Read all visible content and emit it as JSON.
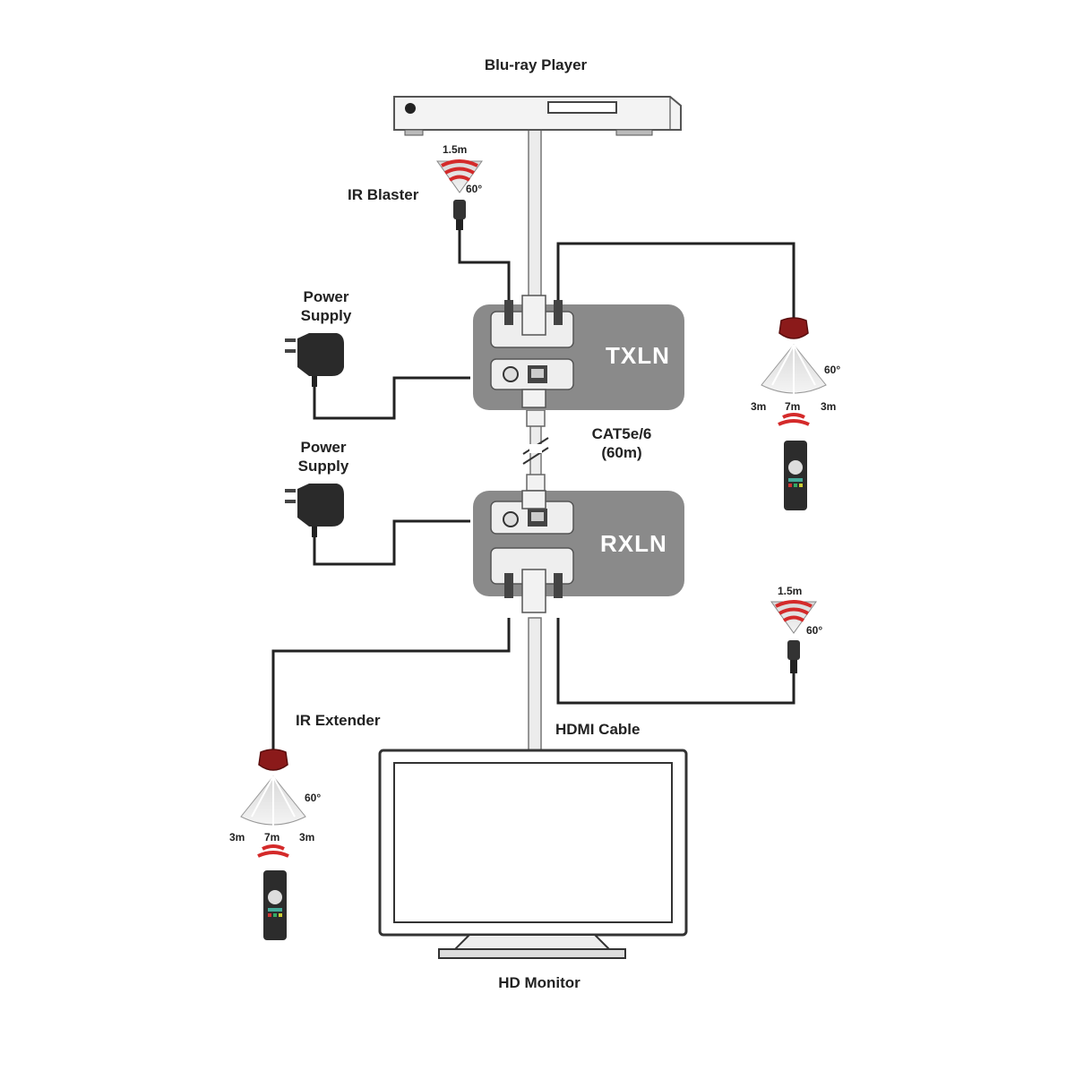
{
  "labels": {
    "source": "Blu-ray Player",
    "ir_blaster": "IR Blaster",
    "power_supply_top_line1": "Power",
    "power_supply_top_line2": "Supply",
    "power_supply_bottom_line1": "Power",
    "power_supply_bottom_line2": "Supply",
    "tx_unit": "TXLN",
    "rx_unit": "RXLN",
    "cable_line1": "CAT5e/6",
    "cable_line2": "(60m)",
    "ir_extender": "IR Extender",
    "hdmi_cable": "HDMI Cable",
    "display": "HD Monitor"
  },
  "ir_blaster_top": {
    "range": "1.5m",
    "angle": "60°"
  },
  "ir_blaster_right": {
    "range": "1.5m",
    "angle": "60°"
  },
  "ir_receiver_right": {
    "angle": "60°",
    "left": "3m",
    "center": "7m",
    "right": "3m"
  },
  "ir_receiver_left": {
    "angle": "60°",
    "left": "3m",
    "center": "7m",
    "right": "3m"
  },
  "colors": {
    "unit_box": "#8a8a8a",
    "ir_red": "#d42a2a",
    "cable": "#222222",
    "hdmi_cable": "#ececec",
    "receiver_head": "#8b1a1a"
  }
}
